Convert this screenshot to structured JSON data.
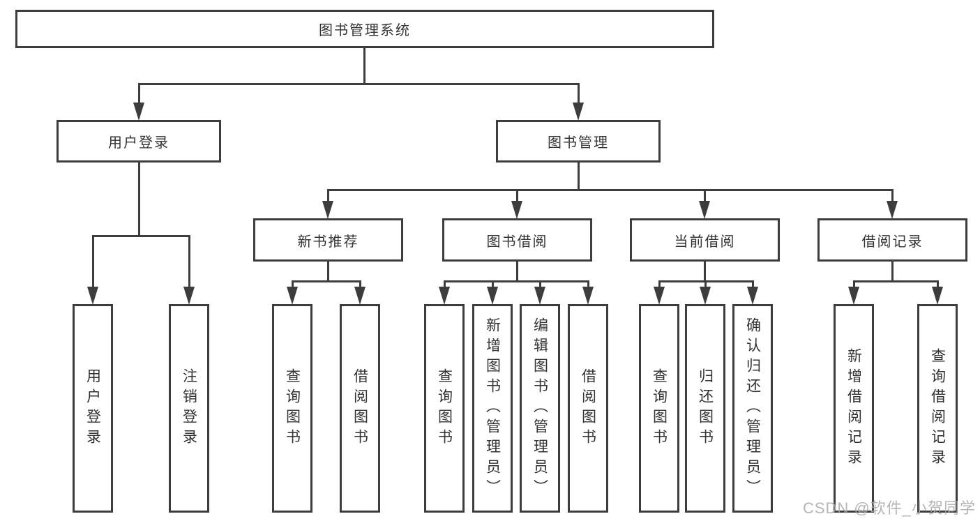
{
  "diagram_title": "图书管理系统",
  "tree": {
    "label": "图书管理系统",
    "children": [
      {
        "label": "用户登录",
        "children": [
          {
            "label": "用户登录"
          },
          {
            "label": "注销登录"
          }
        ]
      },
      {
        "label": "图书管理",
        "children": [
          {
            "label": "新书推荐",
            "children": [
              {
                "label": "查询图书"
              },
              {
                "label": "借阅图书"
              }
            ]
          },
          {
            "label": "图书借阅",
            "children": [
              {
                "label": "查询图书"
              },
              {
                "label": "新增图书（管理员）"
              },
              {
                "label": "编辑图书（管理员）"
              },
              {
                "label": "借阅图书"
              }
            ]
          },
          {
            "label": "当前借阅",
            "children": [
              {
                "label": "查询图书"
              },
              {
                "label": "归还图书"
              },
              {
                "label": "确认归还（管理员）"
              }
            ]
          },
          {
            "label": "借阅记录",
            "children": [
              {
                "label": "新增借阅记录"
              },
              {
                "label": "查询借阅记录"
              }
            ]
          }
        ]
      }
    ]
  },
  "watermark": "CSDN @软件_小贺同学",
  "colors": {
    "line": "#3d3d3d",
    "text": "#333333",
    "background": "#ffffff",
    "watermark": "#a8a8a8"
  }
}
